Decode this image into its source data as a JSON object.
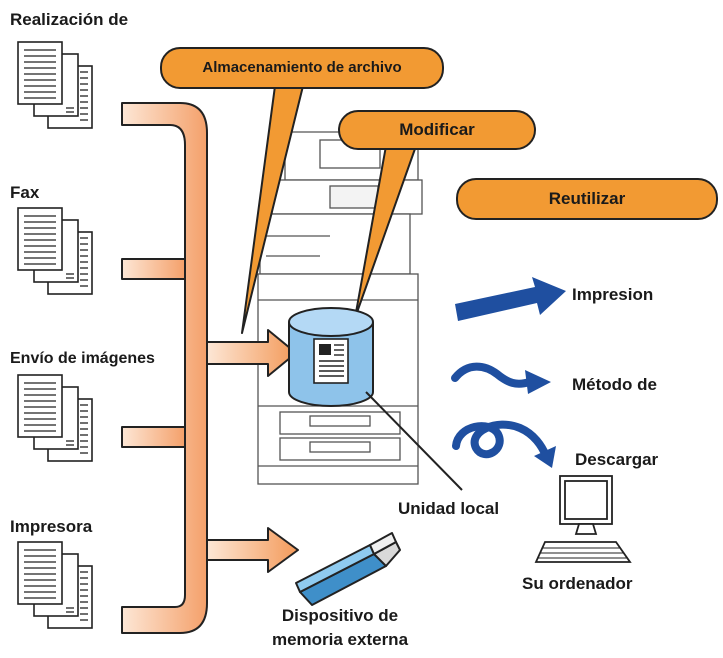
{
  "sources": [
    {
      "label": "Realización de"
    },
    {
      "label": "Fax"
    },
    {
      "label": "Envío de imágenes"
    },
    {
      "label": "Impresora"
    }
  ],
  "callouts": {
    "storage": "Almacenamiento de archivo",
    "modify": "Modificar",
    "reuse": "Reutilizar"
  },
  "outputs": {
    "print": "Impresion",
    "method": "Método de",
    "download": "Descargar"
  },
  "labels": {
    "local_drive": "Unidad local",
    "computer": "Su ordenador",
    "external_memory_line1": "Dispositivo de",
    "external_memory_line2": "memoria externa"
  },
  "colors": {
    "orange": "#f29a33",
    "peach_light": "#fde3cf",
    "peach_dark": "#f6a876",
    "blue_arrow": "#1f4fa0",
    "drive_blue": "#8ec3ea",
    "usb_blue": "#5fb4e6"
  }
}
